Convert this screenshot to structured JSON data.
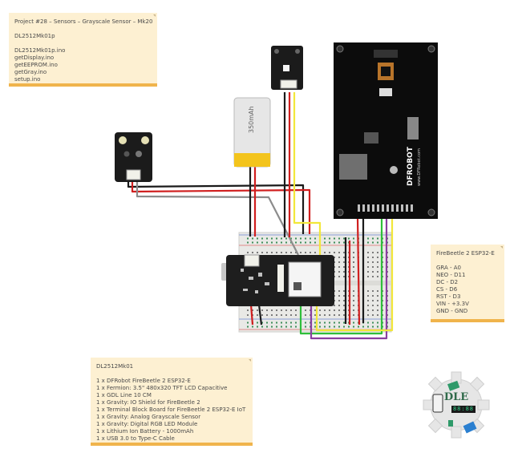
{
  "project_note": {
    "title": "Project #28 – Sensors – Grayscale Sensor – Mk20",
    "sketch_name": "DL2512Mk01p",
    "files": [
      "DL2512Mk01p.ino",
      "getDisplay.ino",
      "getEEPROM.ino",
      "getGray.ino",
      "setup.ino"
    ]
  },
  "pin_note": {
    "title": "FireBeetle 2 ESP32-E",
    "pins": [
      "GRA - A0",
      "NEO - D11",
      "DC - D2",
      "CS - D6",
      "RST - D3",
      "VIN - +3.3V",
      "GND - GND"
    ]
  },
  "bom_note": {
    "title": "DL2512Mk01",
    "items": [
      "1 x DFRobot FireBeetle 2 ESP32-E",
      "1 x Fermion: 3.5\" 480x320 TFT LCD Capacitive",
      "1 x GDL Line 10 CM",
      "1 x Gravity: IO Shield for FireBeetle 2",
      "1 x Terminal Block Board for FireBeetle 2 ESP32-E IoT",
      "1 x Gravity: Analog Grayscale Sensor",
      "1 x Gravity: Digital RGB LED Module",
      "1 x Lithium Ion Battery - 1000mAh",
      "1 x USB 3.0 to Type-C Cable"
    ]
  },
  "components": {
    "battery_label": "350mAh",
    "display_brand": "DFROBOT",
    "display_sub": "www.DFRobot.com"
  },
  "logo": {
    "text": "DLE",
    "digits": "88:88"
  },
  "wire_colors": {
    "black": "#1a1a1a",
    "red": "#d01f1f",
    "gray": "#8c8c8c",
    "yellow": "#f2e73a",
    "green": "#2fbf3a",
    "purple": "#8a3fa0"
  },
  "note_colors": {
    "background": "#fdf0d2",
    "stripe": "#f0b44c"
  }
}
